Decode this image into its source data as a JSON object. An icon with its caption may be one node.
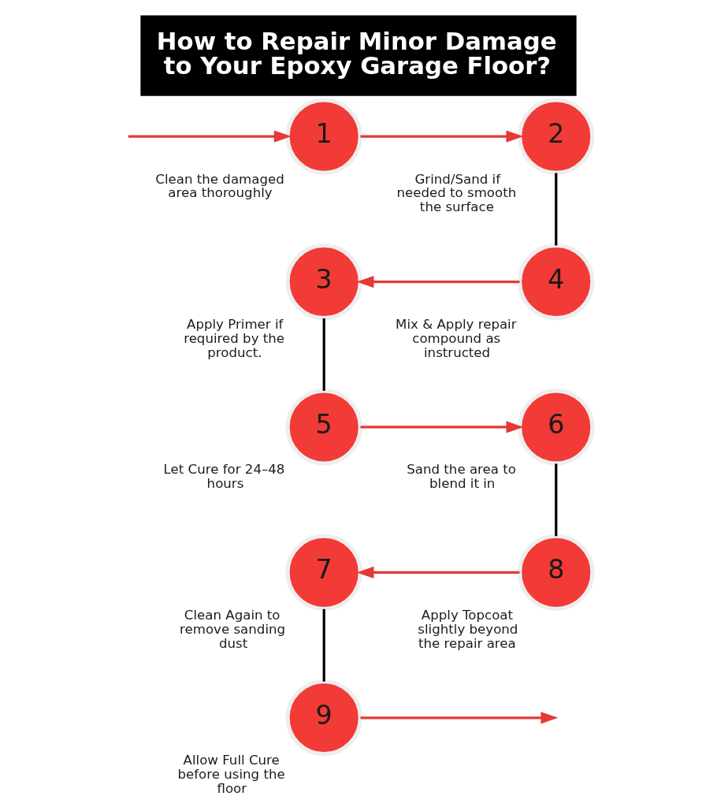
{
  "diagram": {
    "title": "How to Repair Minor Damage to Your Epoxy Garage Floor?",
    "nodes": [
      {
        "text": [
          "1"
        ],
        "beside": [
          "Clean the damaged area thoroughly"
        ]
      },
      {
        "text": [
          "2"
        ],
        "beside": [
          "Grind/Sand if needed to smooth the surface"
        ]
      },
      {
        "text": [
          "3"
        ],
        "beside": [
          "Apply Primer if required by the product."
        ]
      },
      {
        "text": [
          "4"
        ],
        "beside": [
          "Mix & Apply repair compound as instructed"
        ]
      },
      {
        "text": [
          "5"
        ],
        "beside": [
          "Let Cure for 24–48 hours"
        ]
      },
      {
        "text": [
          "6"
        ],
        "beside": [
          "Sand the area to blend it in"
        ]
      },
      {
        "text": [
          "7"
        ],
        "beside": [
          "Clean Again to remove sanding dust"
        ]
      },
      {
        "text": [
          "8"
        ],
        "beside": [
          "Apply Topcoat slightly beyond the repair area"
        ]
      },
      {
        "text": [
          "9"
        ],
        "beside": [
          "Allow Full Cure before using the floor"
        ]
      }
    ],
    "edges": [
      {
        "from": null,
        "to": 0,
        "arrow": "to"
      },
      {
        "from": 0,
        "to": 1,
        "arrow": "to"
      },
      {
        "from": 1,
        "to": 3,
        "arrow": "none",
        "color": "#000000"
      },
      {
        "from": 3,
        "to": 2,
        "arrow": "to"
      },
      {
        "from": 2,
        "to": 4,
        "arrow": "none",
        "color": "#000000"
      },
      {
        "from": 4,
        "to": 5,
        "arrow": "to"
      },
      {
        "from": 5,
        "to": 7,
        "arrow": "none",
        "color": "#000000"
      },
      {
        "from": 7,
        "to": 6,
        "arrow": "to"
      },
      {
        "from": 6,
        "to": 8,
        "arrow": "none",
        "color": "#000000"
      },
      {
        "from": 8,
        "to": null,
        "arrow": "to"
      }
    ]
  }
}
